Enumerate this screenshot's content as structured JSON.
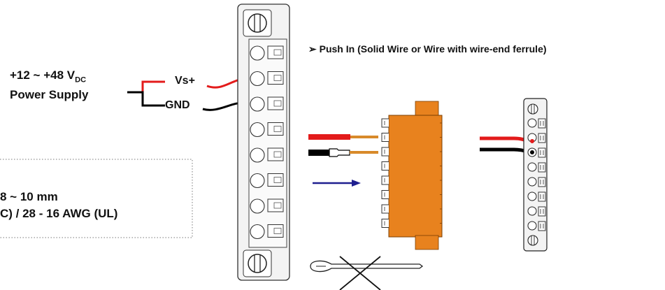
{
  "power": {
    "voltage_prefix": "+12 ~ +48 V",
    "voltage_sub": "DC",
    "supply_label": "Power Supply"
  },
  "wires": {
    "vs_label": "Vs+",
    "gnd_label": "GND"
  },
  "spec": {
    "strip_length": "8 ~ 10 mm",
    "gauge": "C) / 28 - 16 AWG (UL)"
  },
  "push_in": {
    "marker": "➢",
    "text": "Push In (Solid Wire or Wire with wire-end ferrule)"
  },
  "colors": {
    "wire_red": "#e31b1b",
    "wire_black": "#000000",
    "connector_orange": "#e8821e",
    "arrow_blue": "#1f1f8f"
  },
  "terminal_count": 8
}
